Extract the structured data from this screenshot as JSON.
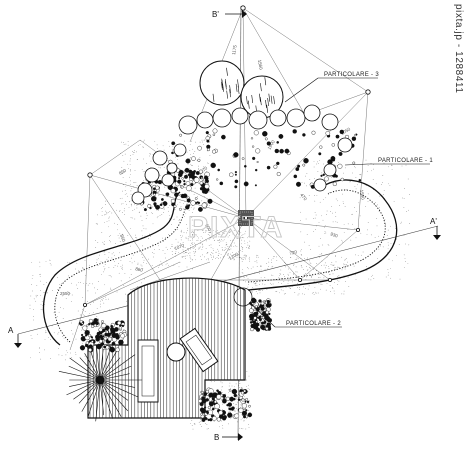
{
  "labels": {
    "detail_3": "PARTICOLARE - 3",
    "detail_1": "PARTICOLARE - 1",
    "detail_2": "PARTICOLARE - 2"
  },
  "section_marks": {
    "b_top": "B'",
    "b_bottom": "B",
    "a_left": "A",
    "a_right": "A'"
  },
  "credit": "pixta.jp - 1288411",
  "watermark": "PIXTA",
  "dimensions": [
    "890",
    "1175",
    "1560",
    "980",
    "1050",
    "1540",
    "1270",
    "1070",
    "850",
    "600",
    "720",
    "930",
    "1200",
    "1900",
    "2550",
    "470",
    "860"
  ],
  "colors": {
    "ink": "#1a1a1a",
    "paper": "#ffffff",
    "watermark": "#c8c8c8"
  }
}
